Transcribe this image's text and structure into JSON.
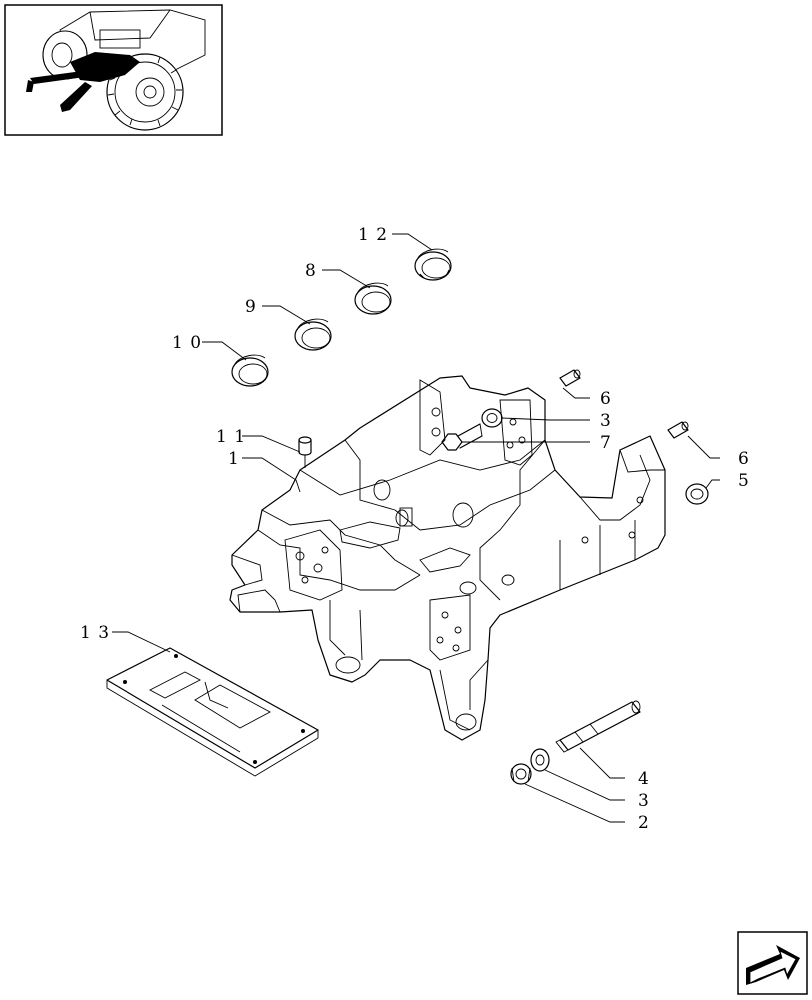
{
  "callouts": [
    {
      "id": "c12",
      "text": "1 2"
    },
    {
      "id": "c8",
      "text": "8"
    },
    {
      "id": "c9",
      "text": "9"
    },
    {
      "id": "c10",
      "text": "1 0"
    },
    {
      "id": "c11",
      "text": "1 1"
    },
    {
      "id": "c1",
      "text": "1"
    },
    {
      "id": "c6a",
      "text": "6"
    },
    {
      "id": "c3a",
      "text": "3"
    },
    {
      "id": "c7",
      "text": "7"
    },
    {
      "id": "c6b",
      "text": "6"
    },
    {
      "id": "c5",
      "text": "5"
    },
    {
      "id": "c13",
      "text": "1 3"
    },
    {
      "id": "c4",
      "text": "4"
    },
    {
      "id": "c3b",
      "text": "3"
    },
    {
      "id": "c2",
      "text": "2"
    }
  ],
  "icons": {
    "thumbnail": "tractor-location-thumbnail",
    "navigation": "next-page-arrow-icon"
  }
}
